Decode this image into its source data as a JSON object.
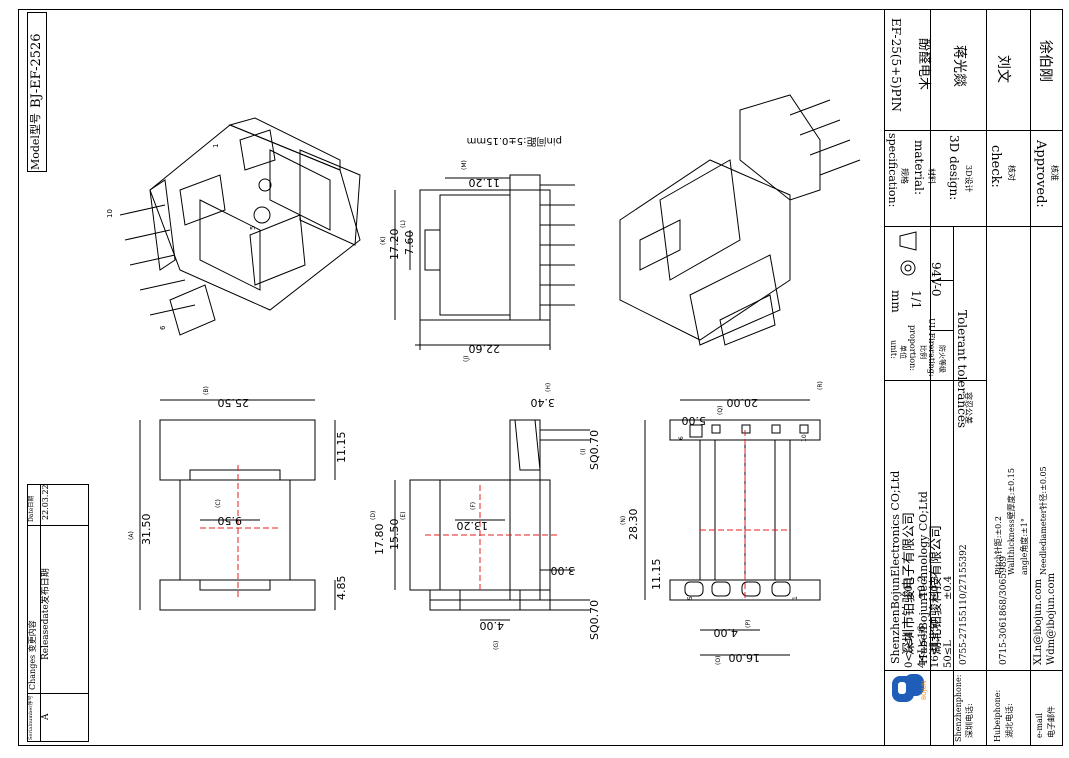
{
  "model": {
    "label": "Model型号",
    "value": "BJ-EF-2526"
  },
  "changes_table": {
    "serial_header": "Serialnumber序号",
    "changes_header": "Changes 变更内容",
    "date_header": "Date日期",
    "row": {
      "serial": "A",
      "change": "Releasedate发布日期",
      "date": "22.03.22"
    }
  },
  "views": {
    "view1": {
      "pin_labels": [
        "1",
        "5",
        "10",
        "6"
      ]
    },
    "view2": {
      "dims": [
        "pin间距:5±0.15mm",
        "11.20",
        "17.20",
        "7.60",
        "22.60"
      ],
      "letters": [
        "(M)",
        "(K)",
        "(L)",
        "(J)"
      ]
    },
    "view4": {
      "dims": [
        "25.50",
        "11.15",
        "31.50",
        "9.50",
        "4.85"
      ],
      "letters": [
        "(B)",
        "(A)",
        "(C)"
      ]
    },
    "view5": {
      "dims": [
        "3.40",
        "SQ0.70",
        "17.80",
        "15.50",
        "13.20",
        "3.00",
        "SQ0.70",
        "4.00"
      ],
      "letters": [
        "(H)",
        "(I)",
        "(D)",
        "(E)",
        "(F)",
        "(G)"
      ]
    },
    "view6": {
      "dims": [
        "20.00",
        "5.00",
        "28.30",
        "11.15",
        "4.00",
        "16.00"
      ],
      "letters": [
        "(R)",
        "(Q)",
        "(N)",
        "(P)",
        "(O)"
      ],
      "pins": [
        "6",
        "10",
        "5",
        "1"
      ]
    }
  },
  "title_block": {
    "specification": {
      "label": "specification:",
      "label_cn": "规格",
      "value": "EF-25(5+5)PIN"
    },
    "material": {
      "label": "material:",
      "label_cn": "材料",
      "value": "酚醛电木"
    },
    "design": {
      "label": "3D design:",
      "label_cn": "3D设计",
      "value": "蒋光燚"
    },
    "check": {
      "label": "check:",
      "label_cn": "核对",
      "value": "刘文"
    },
    "approved": {
      "label": "Approved:",
      "label_cn": "核准",
      "value": "徐伯刚"
    },
    "unit": {
      "label": "unit:",
      "label_cn": "单位",
      "value": "mm"
    },
    "proportion": {
      "label": "proportion:",
      "label_cn": "比例",
      "value": "1/1"
    },
    "fire": {
      "label": "UL Firerating:",
      "label_cn": "防火等级",
      "value": "94V-0"
    },
    "tolerances": {
      "title": "Tolerant tolerances",
      "title_cn": "容忍公差",
      "rows": [
        {
          "range": "0<L≤4",
          "tol": "±0.1"
        },
        {
          "range": "4<L≤16",
          "tol": "±0.2"
        },
        {
          "range": "16<L≤50",
          "tol": "±0.3"
        },
        {
          "range": "50≤L",
          "tol": "±0.4"
        }
      ],
      "notes": [
        "Pitch针距:±0.2",
        "Wallthickness壁厚度:±0.15",
        "angle角度:±1°",
        "Needlediameter针径:±0.05"
      ]
    },
    "company": {
      "en1": "ShenzhenBojunElectronics CO;Ltd",
      "cn1": "深圳市铂骏电子有限公司",
      "en2": "HubeiBojunTechnology CO;Ltd",
      "cn2": "湖北铂骏科技有限公司",
      "logo_text": "BOJUN"
    },
    "contacts": [
      {
        "label": "Shenzhenphone:",
        "label_cn": "深圳电话:",
        "value": "0755-27155110/27155392"
      },
      {
        "label": "Hubeiphone:",
        "label_cn": "湖北电话:",
        "value": "0715-3061868/3065989"
      },
      {
        "label": "e-mail",
        "label_cn": "电子邮件",
        "value1": "XLn@ibojun.com",
        "value2": "Wdm@ibojun.com"
      }
    ]
  },
  "colors": {
    "line": "#000000",
    "center_line": "#e02020",
    "logo_blue": "#1e5eb8",
    "logo_orange": "#f08a18"
  }
}
